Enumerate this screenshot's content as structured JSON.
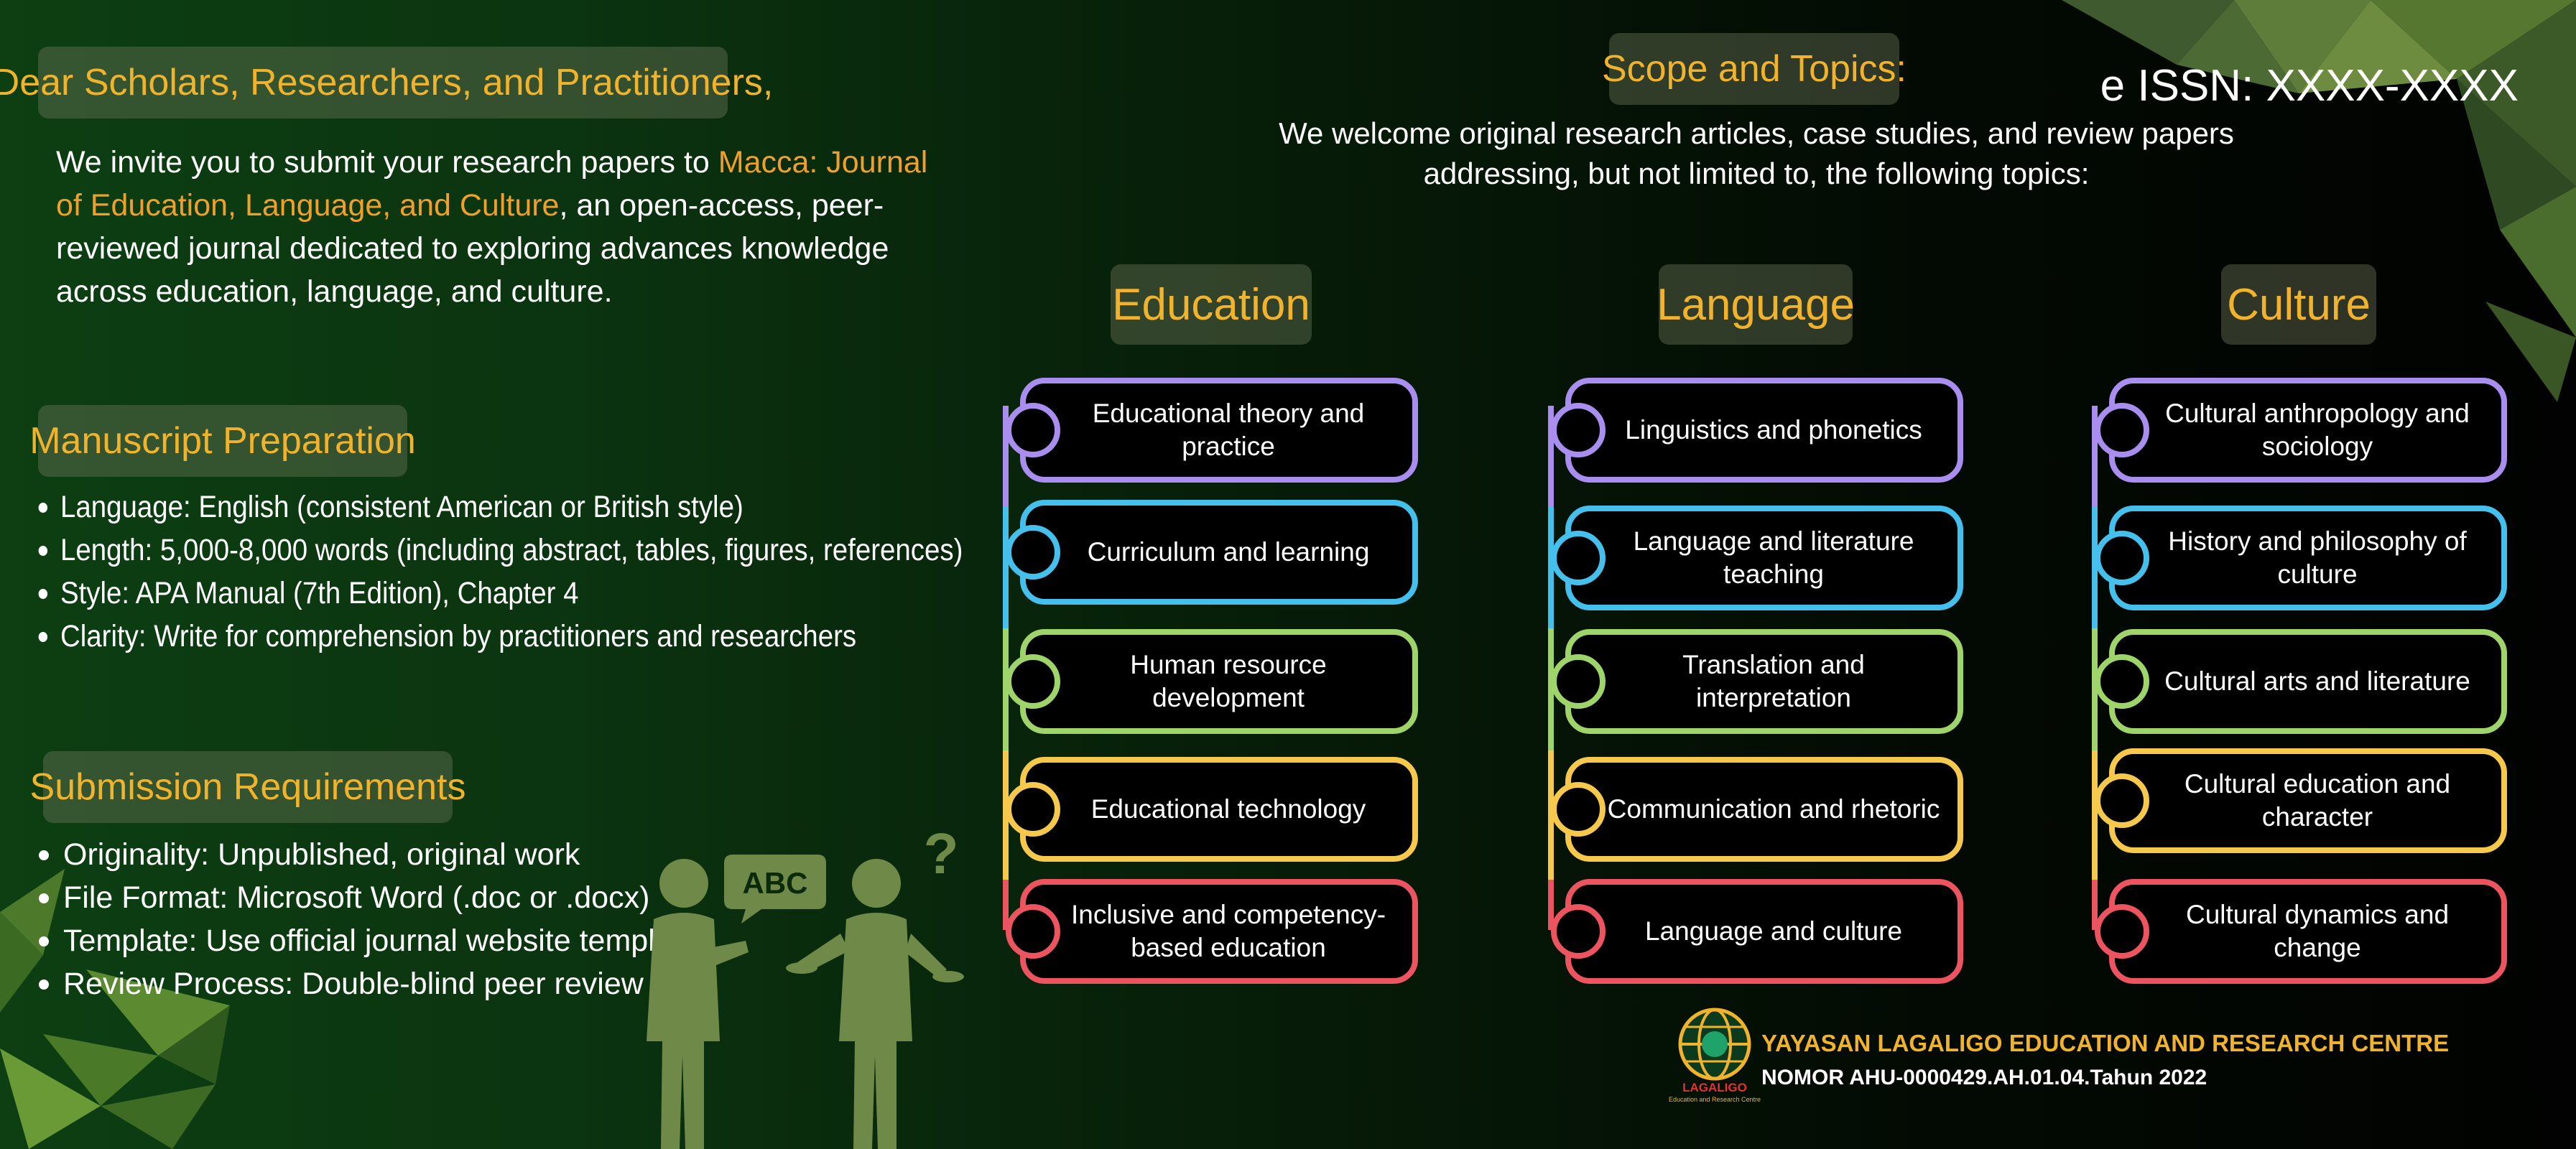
{
  "greeting": "Dear Scholars, Researchers, and Practitioners,",
  "intro": {
    "before": "We invite you to submit your research papers to ",
    "journal": "Macca: Journal of Education, Language, and Culture",
    "after": ", an open-access, peer-reviewed journal dedicated to exploring advances knowledge across education, language, and culture."
  },
  "manuscript": {
    "title": "Manuscript Preparation",
    "items": [
      "Language: English (consistent American or British style)",
      "Length: 5,000-8,000 words (including abstract, tables, figures, references)",
      "Style: APA Manual (7th Edition), Chapter 4",
      "Clarity: Write for comprehension by practitioners and researchers"
    ]
  },
  "submission": {
    "title": "Submission Requirements",
    "items": [
      "Originality: Unpublished, original work",
      "File Format: Microsoft Word (.doc or .docx)",
      "Template: Use official journal website template",
      "Review Process: Double-blind peer review"
    ]
  },
  "illustration": {
    "speech_text": "ABC",
    "question_mark": "?"
  },
  "scope": {
    "title": "Scope and Topics:",
    "description": "We welcome original research articles, case studies, and review papers addressing, but not limited to, the following topics:",
    "issn": "e ISSN: XXXX-XXXX",
    "columns": [
      {
        "heading": "Education",
        "items": [
          "Educational theory and practice",
          "Curriculum and learning",
          "Human resource development",
          "Educational technology",
          "Inclusive and competency-based education"
        ]
      },
      {
        "heading": "Language",
        "items": [
          "Linguistics and phonetics",
          "Language and literature teaching",
          "Translation and interpretation",
          "Communication and rhetoric",
          "Language and culture"
        ]
      },
      {
        "heading": "Culture",
        "items": [
          "Cultural anthropology and sociology",
          "History and philosophy of culture",
          "Cultural arts and literature",
          "Cultural education and character",
          "Cultural dynamics and change"
        ]
      }
    ]
  },
  "footer": {
    "org": "YAYASAN LAGALIGO EDUCATION AND RESEARCH CENTRE",
    "number": "NOMOR AHU-0000429.AH.01.04.Tahun 2022",
    "logo_text": "LAGALIGO",
    "logo_subtext": "Education and Research Centre"
  },
  "colors": {
    "accent": "#f0b32b",
    "purple": "#a98ef0",
    "blue": "#45c0ec",
    "green": "#9ed46a",
    "yellow": "#f6c94c",
    "red": "#ec5460"
  }
}
